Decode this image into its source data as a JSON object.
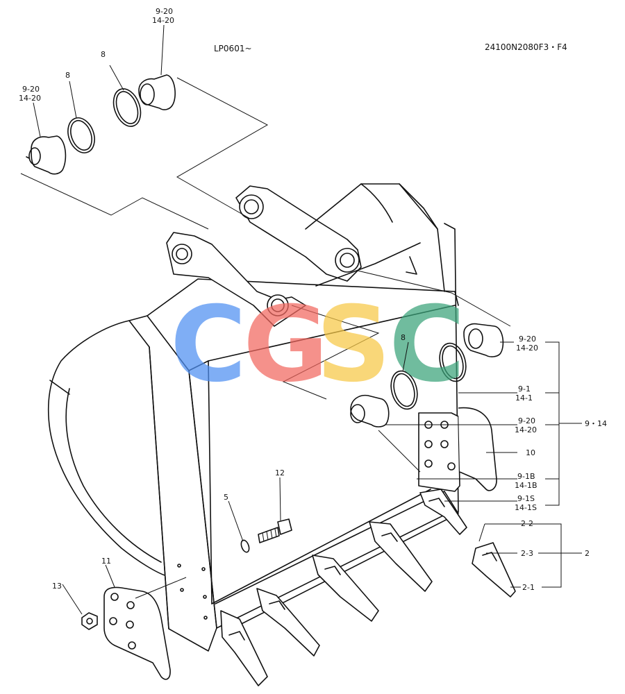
{
  "header": {
    "serial_range": "LP0601~",
    "part_number": "24100N2080F3・F4"
  },
  "watermark": {
    "letters": [
      {
        "char": "C",
        "color": "#4f8ff2"
      },
      {
        "char": "G",
        "color": "#f2675f"
      },
      {
        "char": "S",
        "color": "#f7c846"
      },
      {
        "char": "C",
        "color": "#3aa37a"
      }
    ]
  },
  "callouts": {
    "top_bushing_upper": {
      "line1": "9-20",
      "line2": "14-20"
    },
    "top_ring_upper": "8",
    "top_bushing_left": {
      "line1": "9-20",
      "line2": "14-20"
    },
    "top_ring_left": "8",
    "right_ring": "8",
    "right_bushing": {
      "line1": "9-20",
      "line2": "14-20"
    },
    "side_plate": {
      "line1": "9-1",
      "line2": "14-1"
    },
    "group_total": "9・14",
    "center_bushing": {
      "line1": "9-20",
      "line2": "14-20"
    },
    "side_cutter_right": "10",
    "cutting_edge": {
      "line1": "9-1B",
      "line2": "14-1B"
    },
    "shank": {
      "line1": "9-1S",
      "line2": "14-1S"
    },
    "tooth_group": "2",
    "tooth_sub_top": "2-2",
    "tooth_sub_mid": "2-3",
    "tooth_sub_bottom": "2-1",
    "bolt": "12",
    "washer": "5",
    "side_cutter_left": "11",
    "nut": "13"
  }
}
